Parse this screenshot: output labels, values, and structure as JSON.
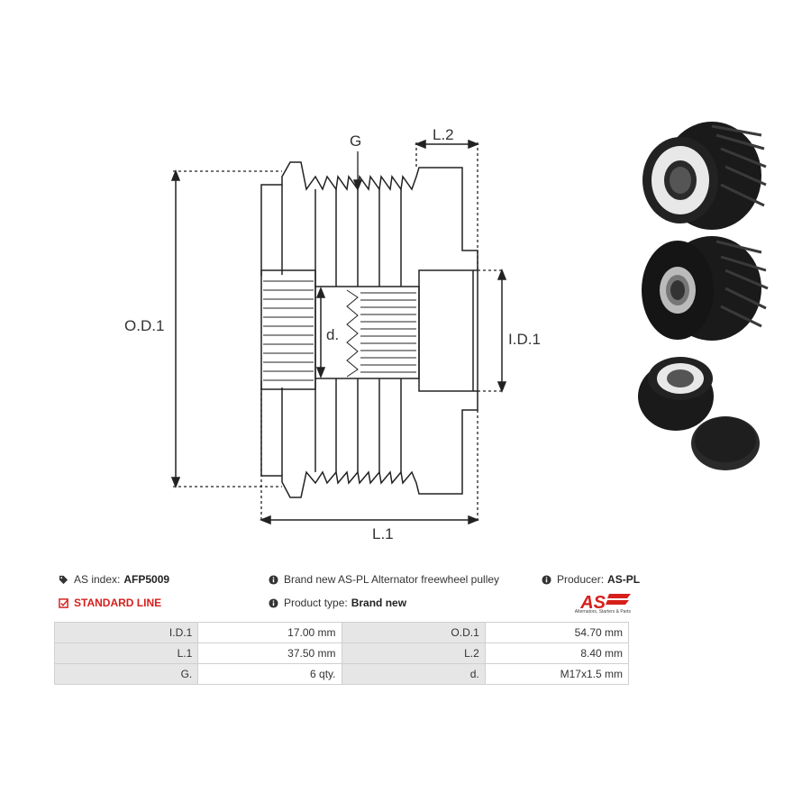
{
  "diagram": {
    "labels": {
      "g": "G",
      "l2": "L.2",
      "od1": "O.D.1",
      "id1": "I.D.1",
      "d": "d.",
      "l1": "L.1"
    }
  },
  "info": {
    "as_index_label": "AS index:",
    "as_index_value": "AFP5009",
    "standard_line": "STANDARD LINE",
    "description": "Brand new AS-PL Alternator freewheel pulley",
    "product_type_label": "Product type:",
    "product_type_value": "Brand new",
    "producer_label": "Producer:",
    "producer_value": "AS-PL"
  },
  "logo": {
    "mark": "AS",
    "tagline": "Alternators, Starters & Parts"
  },
  "specs": [
    {
      "l1": "I.D.1",
      "v1": "17.00 mm",
      "l2": "O.D.1",
      "v2": "54.70 mm"
    },
    {
      "l1": "L.1",
      "v1": "37.50 mm",
      "l2": "L.2",
      "v2": "8.40 mm"
    },
    {
      "l1": "G.",
      "v1": "6 qty.",
      "l2": "d.",
      "v2": "M17x1.5 mm"
    }
  ],
  "colors": {
    "accent_red": "#d6201c",
    "label_bg": "#e6e6e6",
    "border": "#d0d0d0"
  }
}
